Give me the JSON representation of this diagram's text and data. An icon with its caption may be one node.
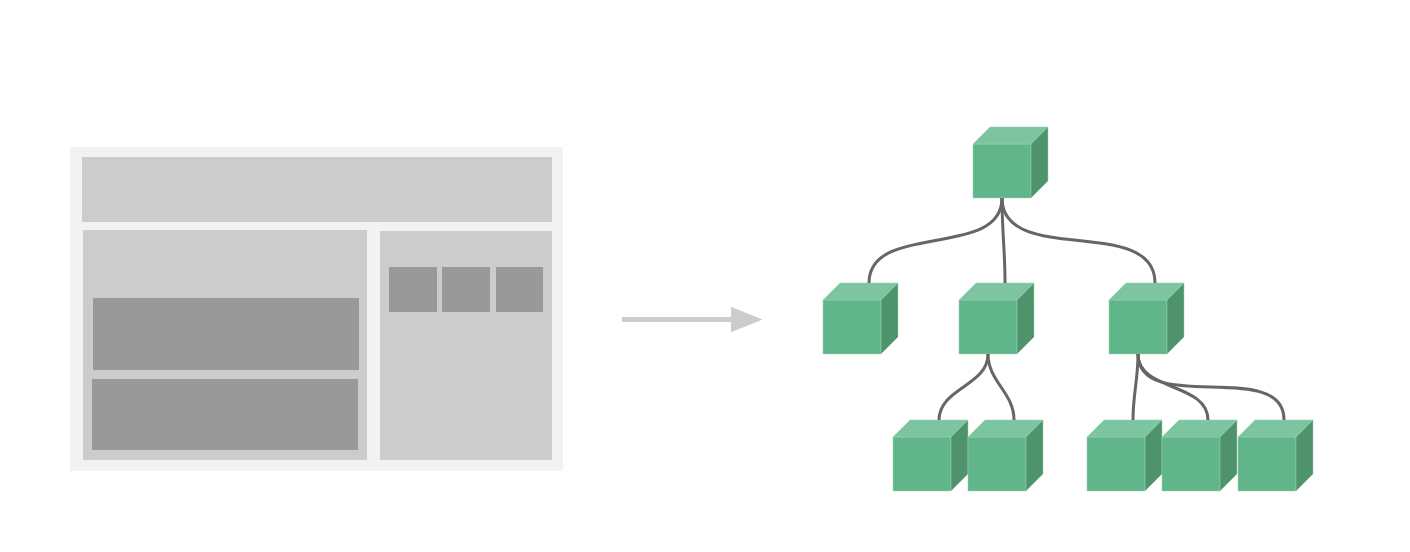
{
  "diagram": {
    "nodes": [
      {
        "text": [],
        "shape": "box"
      },
      {
        "text": [],
        "shape": "box",
        "in": 0
      },
      {
        "text": [],
        "shape": "box",
        "in": 0
      },
      {
        "text": [],
        "shape": "box",
        "in": 2
      },
      {
        "text": [],
        "shape": "box",
        "in": 2
      },
      {
        "text": [],
        "shape": "box",
        "in": 0
      },
      {
        "text": [],
        "shape": "box",
        "in": 5
      },
      {
        "text": [],
        "shape": "box",
        "in": 5
      },
      {
        "text": [],
        "shape": "box",
        "in": 5
      },
      {
        "text": [],
        "shape": "cube"
      },
      {
        "text": [],
        "shape": "cube"
      },
      {
        "text": [],
        "shape": "cube"
      },
      {
        "text": [],
        "shape": "cube"
      },
      {
        "text": [],
        "shape": "cube"
      },
      {
        "text": [],
        "shape": "cube"
      },
      {
        "text": [],
        "shape": "cube"
      },
      {
        "text": [],
        "shape": "cube"
      },
      {
        "text": [],
        "shape": "cube"
      }
    ],
    "edges": [
      {
        "from": 9,
        "to": 10,
        "arrow": "none"
      },
      {
        "from": 9,
        "to": 11,
        "arrow": "none"
      },
      {
        "from": 9,
        "to": 12,
        "arrow": "none"
      },
      {
        "from": 11,
        "to": 13,
        "arrow": "none"
      },
      {
        "from": 11,
        "to": 14,
        "arrow": "none"
      },
      {
        "from": 12,
        "to": 15,
        "arrow": "none"
      },
      {
        "from": 12,
        "to": 16,
        "arrow": "none"
      },
      {
        "from": 12,
        "to": 17,
        "arrow": "none"
      }
    ]
  }
}
